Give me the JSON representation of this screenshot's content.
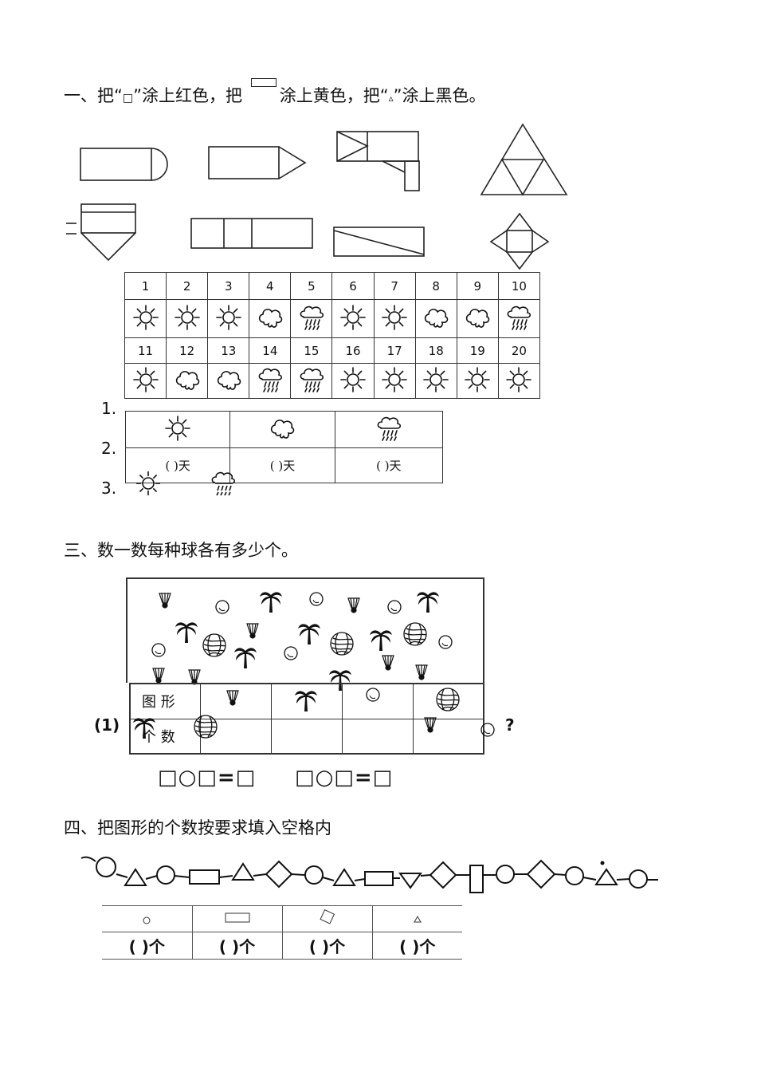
{
  "q1": {
    "text_a": "一、把“",
    "sym_square": "□",
    "text_b": "”涂上红色，把",
    "text_c": "涂上黄色，把“",
    "sym_triangle": "▵",
    "text_d": "”涂上黑色。"
  },
  "weather": {
    "row1_days": [
      "1",
      "2",
      "3",
      "4",
      "5",
      "6",
      "7",
      "8",
      "9",
      "10"
    ],
    "row1_icons": [
      "sun",
      "sun",
      "sun",
      "cloud",
      "rain",
      "sun",
      "sun",
      "cloud",
      "cloud",
      "rain"
    ],
    "row2_days": [
      "11",
      "12",
      "13",
      "14",
      "15",
      "16",
      "17",
      "18",
      "19",
      "20"
    ],
    "row2_icons": [
      "sun",
      "cloud",
      "cloud",
      "rain",
      "rain",
      "sun",
      "sun",
      "sun",
      "sun",
      "sun"
    ],
    "item_labels": [
      "1.",
      "2.",
      "3."
    ],
    "count_cells": [
      "(        )天",
      "(        )天",
      "(        )天"
    ]
  },
  "q3": {
    "title": "三、数一数每种球各有多少个。"
  },
  "ball_table": {
    "label_row1": "图   形",
    "label_row2": "个   数",
    "item_label": "(1)",
    "question_mark": "?"
  },
  "equations": [
    "□○□=□",
    "□○□=□"
  ],
  "q4": {
    "title": "四、把图形的个数按要求填入空格内",
    "count_cells": [
      "(    )个",
      "(    )个",
      "(    )个",
      "(    )个"
    ]
  }
}
